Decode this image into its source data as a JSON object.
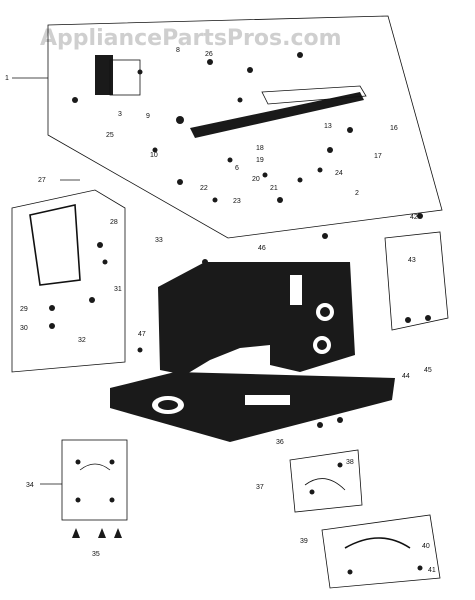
{
  "watermark": "AppliancePartsPros.com",
  "callouts": [
    "1",
    "2",
    "3",
    "6",
    "8",
    "9",
    "10",
    "13",
    "16",
    "17",
    "18",
    "19",
    "20",
    "21",
    "22",
    "23",
    "24",
    "25",
    "26",
    "27",
    "28",
    "29",
    "30",
    "31",
    "32",
    "33",
    "34",
    "35",
    "36",
    "37",
    "38",
    "39",
    "40",
    "41",
    "42",
    "43",
    "44",
    "45",
    "46",
    "47"
  ]
}
